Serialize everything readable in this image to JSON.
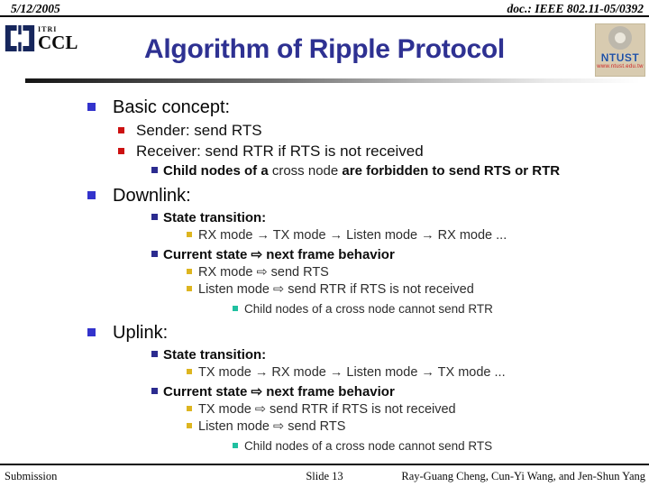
{
  "header": {
    "date": "5/12/2005",
    "doc_number": "doc.: IEEE 802.11-05/0392"
  },
  "logos": {
    "itri": {
      "small_label": "ITRI",
      "big_label": "CCL",
      "color": "#16265c"
    },
    "ntust": {
      "name": "NTUST",
      "url_text": "www.ntust.edu.tw"
    }
  },
  "title": {
    "text": "Algorithm of Ripple Protocol",
    "color": "#2E3192"
  },
  "content": {
    "bullet_colors": {
      "1": "#3333CC",
      "2": "#CC1111",
      "3": "#2B2B8F",
      "4": "#DDB520",
      "5": "#20C0A0"
    },
    "lines": [
      {
        "level": 1,
        "segments": [
          {
            "text": "Basic concept:",
            "bold": false
          }
        ]
      },
      {
        "level": 2,
        "segments": [
          {
            "text": "Sender: send RTS",
            "bold": false
          }
        ]
      },
      {
        "level": 2,
        "segments": [
          {
            "text": "Receiver: send RTR if RTS is not received",
            "bold": false
          }
        ]
      },
      {
        "level": 3,
        "segments": [
          {
            "text": "Child nodes of a ",
            "bold": true
          },
          {
            "text": "cross node",
            "bold": false
          },
          {
            "text": " are forbidden to send RTS or RTR",
            "bold": true
          }
        ]
      },
      {
        "level": 1,
        "segments": [
          {
            "text": "Downlink:",
            "bold": false
          }
        ]
      },
      {
        "level": 3,
        "segments": [
          {
            "text": "State transition:",
            "bold": true
          }
        ]
      },
      {
        "level": 4,
        "segments": [
          {
            "text": "RX mode → TX mode → Listen mode → RX mode ...",
            "bold": false
          }
        ]
      },
      {
        "level": 3,
        "segments": [
          {
            "text": "Current state ⇨ next frame behavior",
            "bold": true
          }
        ]
      },
      {
        "level": 4,
        "segments": [
          {
            "text": "RX mode ⇨ send RTS",
            "bold": false
          }
        ]
      },
      {
        "level": 4,
        "segments": [
          {
            "text": "Listen mode ⇨ send RTR if RTS is not received",
            "bold": false
          }
        ]
      },
      {
        "level": 5,
        "segments": [
          {
            "text": "Child nodes of a cross node cannot send RTR",
            "bold": false
          }
        ]
      },
      {
        "level": 1,
        "segments": [
          {
            "text": "Uplink:",
            "bold": false
          }
        ]
      },
      {
        "level": 3,
        "segments": [
          {
            "text": "State transition:",
            "bold": true
          }
        ]
      },
      {
        "level": 4,
        "segments": [
          {
            "text": "TX mode → RX mode → Listen mode → TX mode ...",
            "bold": false
          }
        ]
      },
      {
        "level": 3,
        "segments": [
          {
            "text": "Current state ⇨ next frame behavior",
            "bold": true
          }
        ]
      },
      {
        "level": 4,
        "segments": [
          {
            "text": "TX mode ⇨ send RTR if RTS is not received",
            "bold": false
          }
        ]
      },
      {
        "level": 4,
        "segments": [
          {
            "text": "Listen mode ⇨ send RTS",
            "bold": false
          }
        ]
      },
      {
        "level": 5,
        "segments": [
          {
            "text": "Child nodes of a cross node cannot send RTS",
            "bold": false
          }
        ]
      }
    ]
  },
  "footer": {
    "left": "Submission",
    "center": "Slide 13",
    "right": "Ray-Guang Cheng, Cun-Yi Wang, and Jen-Shun Yang"
  }
}
